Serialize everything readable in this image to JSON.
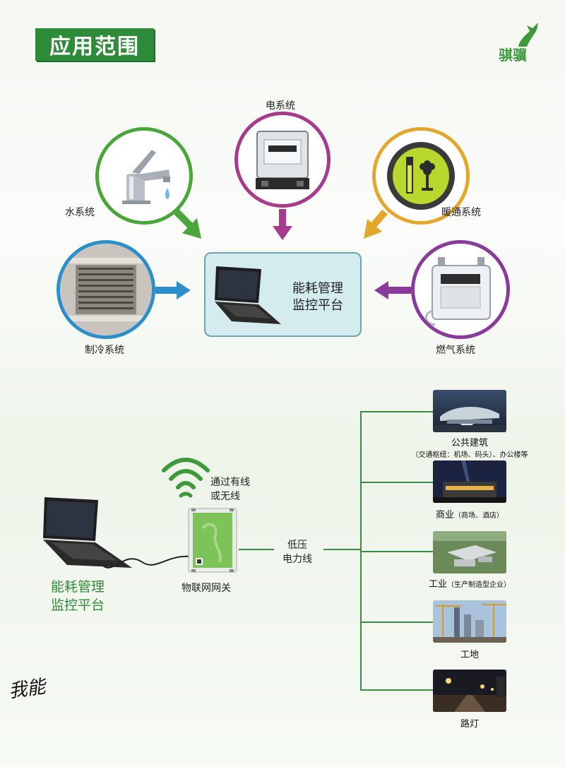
{
  "header": {
    "title": "应用范围",
    "brand": "骐骥"
  },
  "sources": {
    "water": "水系统",
    "electric": "电系统",
    "heating": "暖通系统",
    "cooling": "制冷系统",
    "gas": "燃气系统"
  },
  "platform": {
    "line1": "能耗管理",
    "line2": "监控平台"
  },
  "network": {
    "platform_line1": "能耗管理",
    "platform_line2": "监控平台",
    "wireless_line1": "通过有线",
    "wireless_line2": "或无线",
    "gateway": "物联网网关",
    "powerline_line1": "低压",
    "powerline_line2": "电力线"
  },
  "applications": [
    {
      "name": "公共建筑",
      "detail": "（交通枢纽：机场、码头）、办公楼等"
    },
    {
      "name": "商业",
      "detail": "（商场、酒店）"
    },
    {
      "name": "工业",
      "detail": "（生产制造型企业）"
    },
    {
      "name": "工地",
      "detail": ""
    },
    {
      "name": "路灯",
      "detail": ""
    }
  ],
  "colors": {
    "water": "#4aa53a",
    "electric": "#a63b8c",
    "heating": "#e3a72c",
    "cooling": "#2c8fc9",
    "gas": "#8a3a9a",
    "brand_green": "#2e8b3a"
  },
  "signature": "我能"
}
